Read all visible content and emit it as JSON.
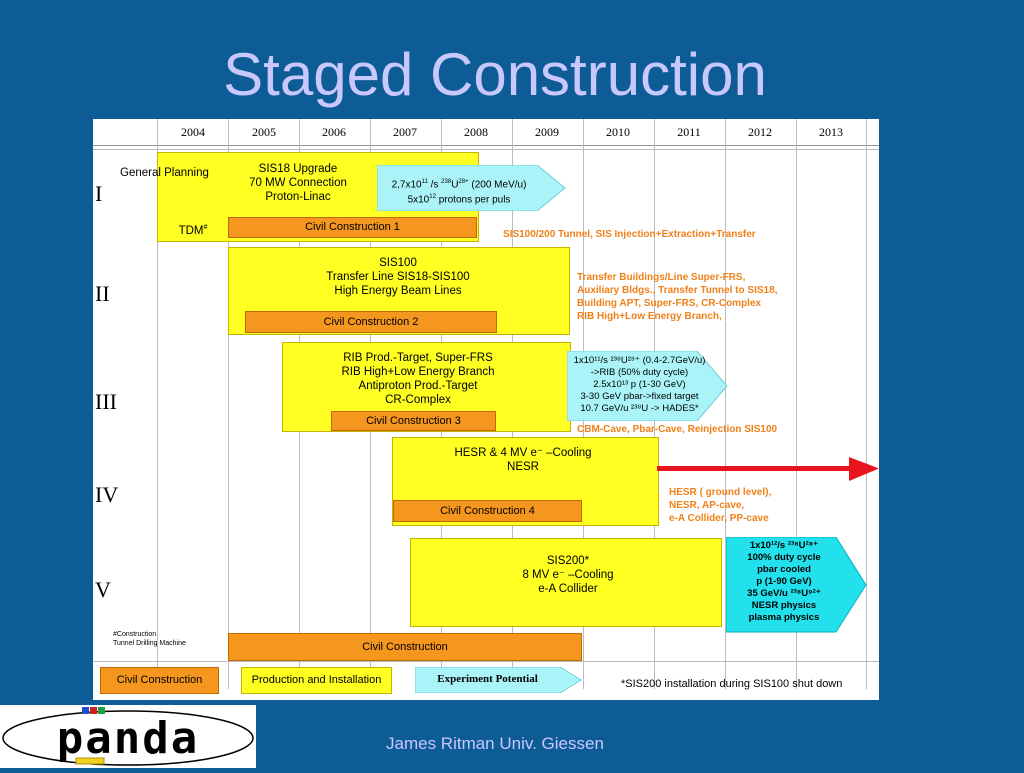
{
  "slide": {
    "title": "Staged Construction",
    "footer": "James Ritman Univ. Giessen",
    "logo_text": "panda"
  },
  "chart": {
    "years": [
      "2004",
      "2005",
      "2006",
      "2007",
      "2008",
      "2009",
      "2010",
      "2011",
      "2012",
      "2013"
    ],
    "stages": [
      "I",
      "II",
      "III",
      "IV",
      "V"
    ],
    "stage1": {
      "general_planning": "General Planning",
      "upgrade": [
        "SIS18 Upgrade",
        "70 MW Connection",
        "Proton-Linac"
      ],
      "tdm": "TDM",
      "tdm_sup": "#",
      "civil": "Civil Construction 1",
      "potential_line1_a": "2,7x10",
      "potential_line1_exp": "11",
      "potential_line1_b": " /s ",
      "potential_line1_iso": "238",
      "potential_line1_c": "U",
      "potential_line1_charge": "28+",
      "potential_line1_d": " (200 MeV/u)",
      "potential_line2_a": "5x10",
      "potential_line2_exp": "12",
      "potential_line2_b": " protons per puls",
      "note": "SIS100/200 Tunnel, SIS Injection+Extraction+Transfer"
    },
    "stage2": {
      "lines": [
        "SIS100",
        "Transfer Line SIS18-SIS100",
        "High Energy Beam Lines"
      ],
      "civil": "Civil Construction 2",
      "note": [
        "Transfer Buildings/Line Super-FRS,",
        "Auxiliary Bldgs., Transfer Tunnel to SIS18,",
        "Building APT, Super-FRS, CR-Complex",
        "RIB High+Low Energy Branch,"
      ]
    },
    "stage3": {
      "lines": [
        "RIB Prod.-Target, Super-FRS",
        "RIB High+Low Energy Branch",
        "Antiproton Prod.-Target",
        "CR-Complex"
      ],
      "civil": "Civil Construction 3",
      "potential": [
        "1x10¹¹/s ²³⁸U²⁸⁺ (0.4-2.7GeV/u)",
        "->RIB  (50% duty cycle)",
        "2.5x10¹³ p (1-30 GeV)",
        "3-30 GeV pbar->fixed target",
        "10.7 GeV/u  ²³⁸U -> HADES*"
      ],
      "note": "CBM-Cave, Pbar-Cave, Reinjection SIS100"
    },
    "stage4": {
      "lines": [
        "HESR & 4 MV e⁻ –Cooling",
        "NESR"
      ],
      "civil": "Civil Construction 4",
      "note": [
        "HESR ( ground level),",
        "NESR, AP-cave,",
        "e-A Collider, PP-cave"
      ]
    },
    "stage5": {
      "lines": [
        "SIS200*",
        "8 MV e⁻ –Cooling",
        "e-A Collider"
      ],
      "potential": [
        "1x10¹²/s ²³⁸U²⁸⁺",
        "100% duty cycle",
        "pbar cooled",
        "p (1-90 GeV)",
        "35 GeV/u ²³⁸U⁹²⁺",
        "NESR physics",
        "plasma physics"
      ],
      "civil": "Civil Construction",
      "footnote": [
        "#Construction",
        "Tunnel Drilling Machine"
      ]
    },
    "legend": {
      "civil": "Civil Construction",
      "production": "Production and Installation",
      "potential": "Experiment Potential",
      "note": "*SIS200 installation during SIS100 shut down"
    },
    "colors": {
      "yellow": "#ffff22",
      "orange": "#f5961e",
      "cyan": "#aaf3f8",
      "arrow": "#e8141e",
      "background": "#0e5c96"
    }
  }
}
